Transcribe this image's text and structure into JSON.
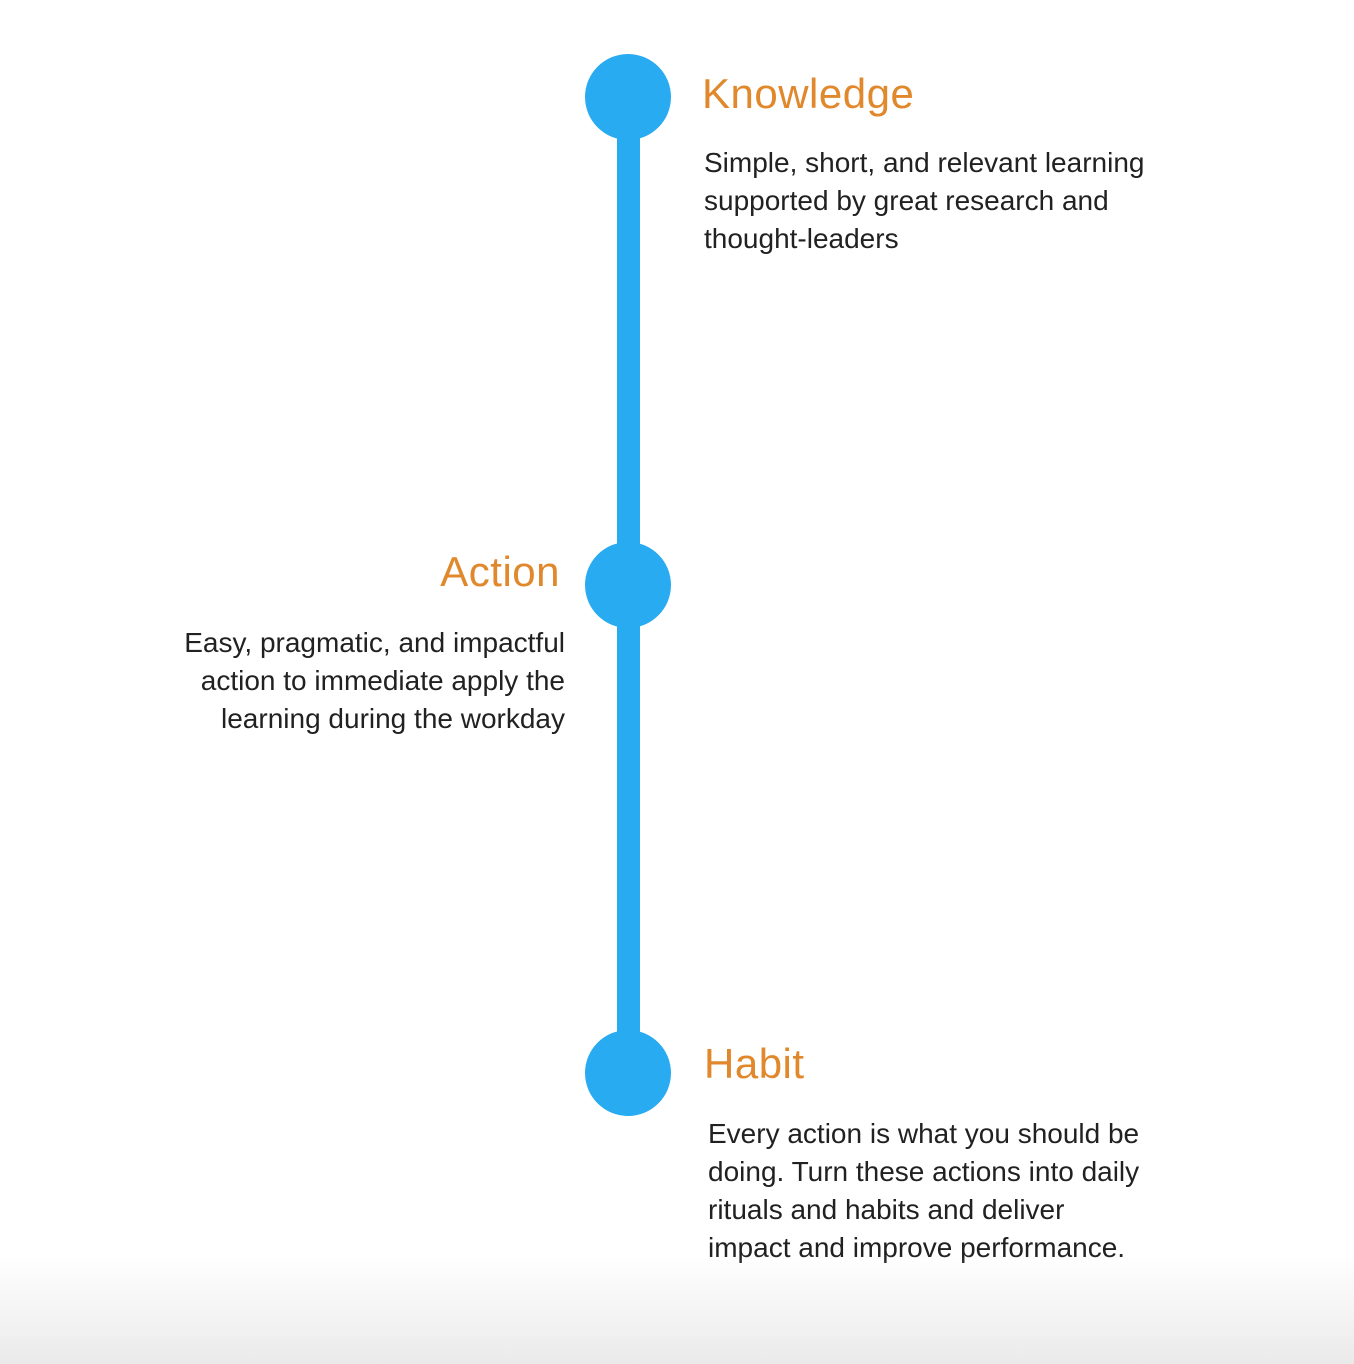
{
  "colors": {
    "background": "#FFFFFF",
    "timeline-blue": "#29ABF2",
    "heading-orange": "#E0882B",
    "body-text": "#212121",
    "bottom-fade-gray": "#EAEAEA"
  },
  "timeline": {
    "nodes": [
      {
        "title": "Knowledge",
        "description_lines": [
          "Simple, short, and relevant learning",
          "supported by great research and",
          "thought-leaders"
        ]
      },
      {
        "title": "Action",
        "description_lines": [
          "Easy, pragmatic, and impactful",
          "action to immediate apply the",
          "learning during the workday"
        ]
      },
      {
        "title": "Habit",
        "description_lines": [
          "Every action is what you should be",
          "doing. Turn these actions into daily",
          "rituals and habits and deliver",
          "impact and improve performance."
        ]
      }
    ]
  }
}
